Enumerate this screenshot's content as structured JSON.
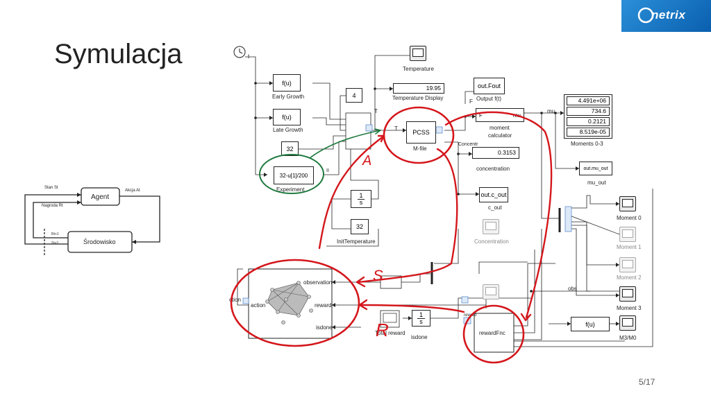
{
  "slide": {
    "title": "Symulacja",
    "page": "5/17"
  },
  "logo": {
    "text": "netrix"
  },
  "agent_diagram": {
    "agent": "Agent",
    "environment": "Środowisko",
    "state": "Stan St",
    "reward": "Nagroda Rt",
    "action": "Akcja At",
    "r_next": "Rt+1",
    "s_next": "St+1"
  },
  "simulink": {
    "clock_port": "t",
    "temperature_scope": "Temperature",
    "temperature_display": {
      "value": "19.95",
      "label": "Temperature Display"
    },
    "early_growth": {
      "fn": "f(u)",
      "label": "Early Growth"
    },
    "late_growth": {
      "fn": "f(u)",
      "label": "Late Growth"
    },
    "const_4": "4",
    "const_32": "32",
    "experiment": {
      "expr": "32-u[1]/200",
      "label": "Experiment"
    },
    "pcss": {
      "name": "PCSS",
      "label": "M-file"
    },
    "output_f": {
      "name": "out.Fout",
      "label": "Output f(t)"
    },
    "moment_calc": {
      "port_f": "F",
      "port_mu": "mu",
      "label1": "moment",
      "label2": "calculator"
    },
    "moments_display": {
      "values": [
        "4.491e+06",
        "734.6",
        "0.2121",
        "8.519e-05"
      ],
      "label": "Moments 0-3"
    },
    "concentration_display": {
      "value": "0.3153",
      "label": "concentration"
    },
    "mu_out": {
      "name": "out.mu_out",
      "label": "mu_out"
    },
    "c_out": {
      "name": "out.c_out",
      "label": "c_out"
    },
    "concentration_scope": "Concentration",
    "integrator": {
      "num": "1",
      "den": "s"
    },
    "init_temp": {
      "value": "32",
      "label": "InitTemperature"
    },
    "moment_scopes": [
      "Moment 0",
      "Moment 1",
      "Moment 2",
      "Moment 3"
    ],
    "m3m0": {
      "fn": "f(u)",
      "label": "M3/M0"
    },
    "rl_agent": {
      "action": "action",
      "observation": "observation",
      "reward": "reward",
      "isdone": "isdone",
      "left": "ction"
    },
    "total_reward": {
      "label": "Total reward"
    },
    "reward_fnc": {
      "name": "rewardFnc"
    },
    "signals": {
      "T": "T",
      "F": "F",
      "mu": "mu",
      "obs": "obs",
      "isdone": "isdone",
      "reward": "reward",
      "concentr": "Concentr",
      "II": "II"
    },
    "annotations": [
      "A",
      "S",
      "R"
    ]
  }
}
